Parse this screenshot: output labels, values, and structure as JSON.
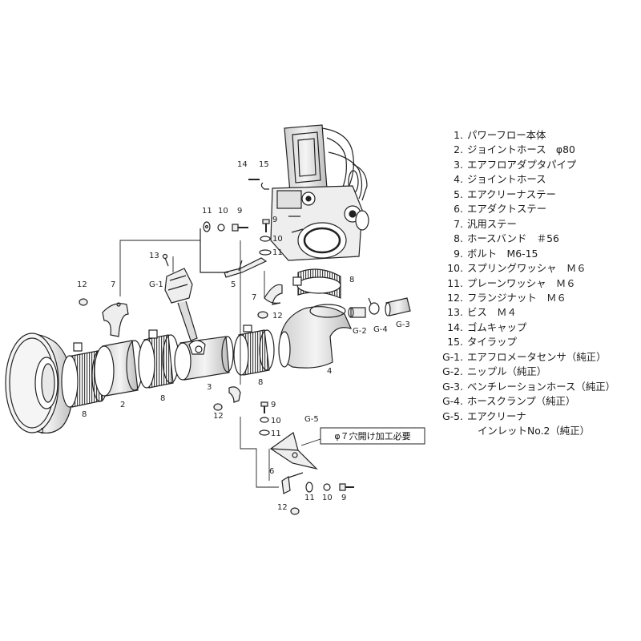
{
  "callouts": {
    "n1": "1",
    "n2": "2",
    "n3": "3",
    "n4": "4",
    "n5": "5",
    "n6": "6",
    "n7a": "7",
    "n7b": "7",
    "n8a": "8",
    "n8b": "8",
    "n8c": "8",
    "n8d": "8",
    "n9a": "9",
    "n9b": "9",
    "n9c": "9",
    "n9d": "9",
    "n10a": "10",
    "n10b": "10",
    "n10c": "10",
    "n10d": "10",
    "n11a": "11",
    "n11b": "11",
    "n11c": "11",
    "n11d": "11",
    "n12a": "12",
    "n12b": "12",
    "n12c": "12",
    "n12d": "12",
    "n13": "13",
    "n14": "14",
    "n15": "15",
    "g1": "G-1",
    "g2": "G-2",
    "g3": "G-3",
    "g4": "G-4",
    "g5": "G-5"
  },
  "note": "φ７穴開け加工必要",
  "legend": [
    {
      "no": "1.",
      "text": "パワーフロー本体"
    },
    {
      "no": "2.",
      "text": "ジョイントホース　φ80"
    },
    {
      "no": "3.",
      "text": "エアフロアダプタパイプ"
    },
    {
      "no": "4.",
      "text": "ジョイントホース"
    },
    {
      "no": "5.",
      "text": "エアクリーナステー"
    },
    {
      "no": "6.",
      "text": "エアダクトステー"
    },
    {
      "no": "7.",
      "text": "汎用ステー"
    },
    {
      "no": "8.",
      "text": "ホースバンド　＃56"
    },
    {
      "no": "9.",
      "text": "ボルト　M6-15"
    },
    {
      "no": "10.",
      "text": "スプリングワッシャ　Ｍ６"
    },
    {
      "no": "11.",
      "text": "プレーンワッシャ　Ｍ６"
    },
    {
      "no": "12.",
      "text": "フランジナット　Ｍ６"
    },
    {
      "no": "13.",
      "text": "ビス　Ｍ４"
    },
    {
      "no": "14.",
      "text": "ゴムキャップ"
    },
    {
      "no": "15.",
      "text": "タイラップ"
    },
    {
      "no": "G-1.",
      "text": "エアフロメータセンサ（純正）"
    },
    {
      "no": "G-2.",
      "text": "ニップル（純正）"
    },
    {
      "no": "G-3.",
      "text": "ベンチレーションホース（純正）"
    },
    {
      "no": "G-4.",
      "text": "ホースクランプ（純正）"
    },
    {
      "no": "G-5.",
      "text": "エアクリーナ"
    }
  ],
  "legend_cont": "インレットNo.2（純正）"
}
